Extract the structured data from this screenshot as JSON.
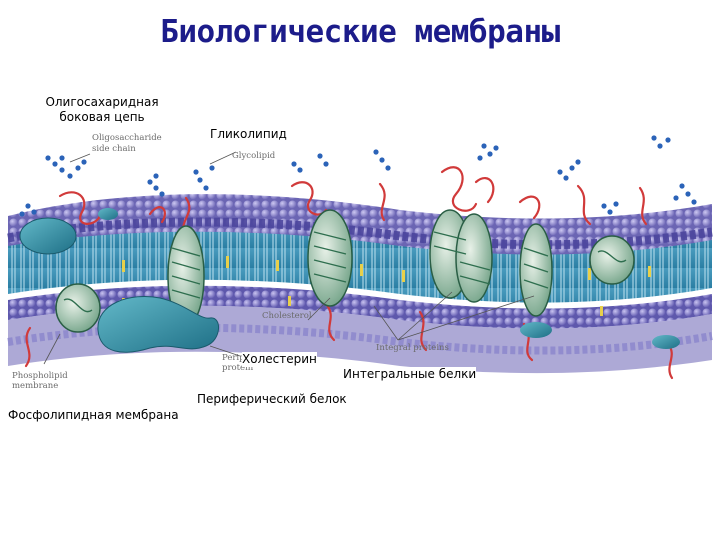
{
  "title": "Биологические мембраны",
  "labels_ru": {
    "oligosaccharide_line1": "Олигосахаридная",
    "oligosaccharide_line2": "боковая цепь",
    "glycolipid": "Гликолипид",
    "cholesterol": "Холестерин",
    "integral_proteins": "Интегральные белки",
    "peripheral_protein": "Периферический белок",
    "phospholipid_membrane": "Фосфолипидная мембрана"
  },
  "labels_en": {
    "oligosaccharide_line1": "Oligosaccharide",
    "oligosaccharide_line2": "side chain",
    "glycolipid": "Glycolipid",
    "cholesterol": "Cholesterol",
    "integral_proteins": "Integral proteins",
    "peripheral_line1": "Peripheral",
    "peripheral_line2": "protein",
    "phospholipid_line1": "Phospholipid",
    "phospholipid_line2": "membrane"
  },
  "colors": {
    "title": "#1c1c8a",
    "head_top": "#6f68b8",
    "head_bottom": "#5a55a8",
    "tail_zone": "#2f8fb0",
    "cholesterol": "#e8d04a",
    "protein": "#3f8f6a",
    "peripheral": "#2e8ea2",
    "sugar": "#2b63b8",
    "linker": "#d13a3a"
  }
}
